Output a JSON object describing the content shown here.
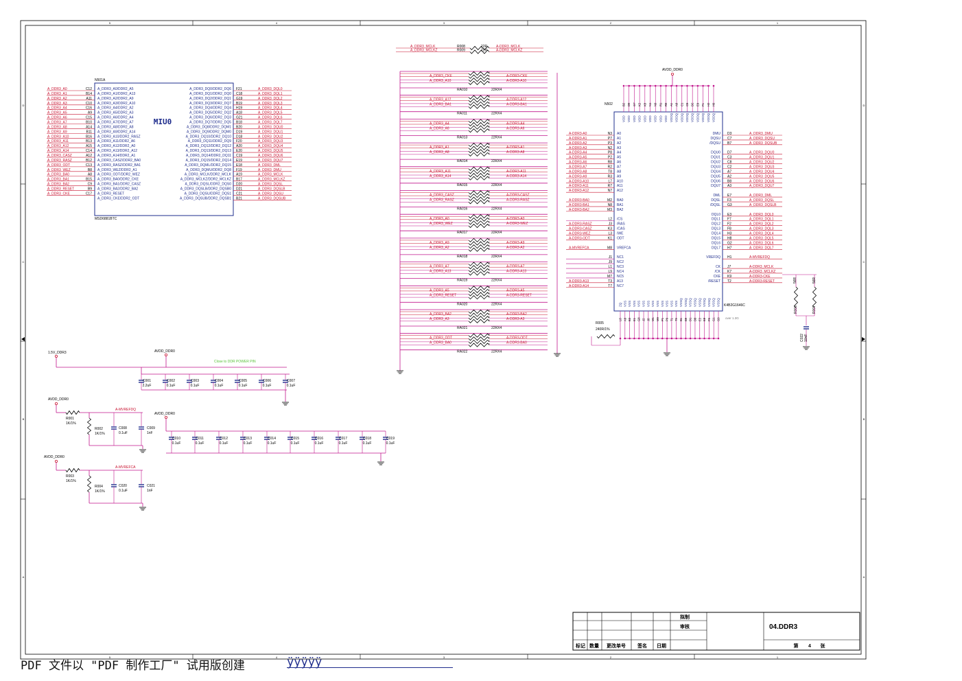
{
  "colors": {
    "net": "#c8102e",
    "pin": "#1e2c8c",
    "wire": "#c0158c",
    "frame": "#000000",
    "note": "#59c13a"
  },
  "border": {
    "cols": [
      "5",
      "4",
      "3",
      "2",
      "1"
    ],
    "rows": [
      "D",
      "C",
      "B",
      "A"
    ]
  },
  "u1": {
    "ref": "N501A",
    "part": "MSD6881BTC",
    "label": "MIU0",
    "left": [
      [
        "A_DDR3_A0",
        "C12",
        "A_DDR3_A0/DDR2_A5"
      ],
      [
        "A_DDR3_A1",
        "B14",
        "A_DDR3_A1/DDR2_A13"
      ],
      [
        "A_DDR3_A2",
        "A11",
        "A_DDR3_A2/DDR2_A9"
      ],
      [
        "A_DDR3_A3",
        "C10",
        "A_DDR3_A3/DDR2_A10"
      ],
      [
        "A_DDR3_A4",
        "C16",
        "A_DDR3_A4/DDR2_A2"
      ],
      [
        "A_DDR3_A5",
        "A9",
        "A_DDR3_A5/DDR2_A3"
      ],
      [
        "A_DDR3_A6",
        "C15",
        "A_DDR3_A6/DDR2_A4"
      ],
      [
        "A_DDR3_A7",
        "B10",
        "A_DDR3_A7/DDR2_A7"
      ],
      [
        "A_DDR3_A8",
        "A14",
        "A_DDR3_A8/DDR2_A8"
      ],
      [
        "A_DDR3_A9",
        "B11",
        "A_DDR3_A9/DDR2_A14"
      ],
      [
        "A_DDR3_A10",
        "B16",
        "A_DDR3_A10/DDR2_RASZ"
      ],
      [
        "A_DDR3_A11",
        "B13",
        "A_DDR3_A11/DDR2_A6"
      ],
      [
        "A_DDR3_A12",
        "A15",
        "A_DDR3_A12/DDR2_A0"
      ],
      [
        "A_DDR3_A14",
        "C14",
        "A_DDR3_A13/DDR2_A12"
      ],
      [
        "A_DDR3_CASZ",
        "A12",
        "A_DDR3_A14/DDR2_A1"
      ],
      [
        "A_DDR3_RASZ",
        "B12",
        "A_DDR3_CASZ/DDR2_BA0"
      ],
      [
        "A_DDR3_ODT",
        "C13",
        "A_DDR3_RASZ/DDR2_BA1"
      ],
      [
        "A_DDR3_WEZ",
        "B8",
        "A_DDR3_WEZ/DDR2_A1"
      ],
      [
        "A_DDR3_BA0",
        "A8",
        "A_DDR3_ODT/DDR2_WEZ"
      ],
      [
        "A_DDR3_BA1",
        "B15",
        "A_DDR3_BA0/DDR2_CKE"
      ],
      [
        "A_DDR3_BA2",
        "C9",
        "A_DDR3_BA1/DDR2_CASZ"
      ],
      [
        "A_DDR3_RESET",
        "B9",
        "A_DDR3_BA2/DDR2_BA2"
      ],
      [
        "A_DDR3_CKE",
        "C17",
        "A_DDR3_RESET"
      ],
      [
        "",
        "",
        "A_DDR3_CKE/DDR2_ODT"
      ]
    ],
    "right": [
      [
        "A_DDR3_DQ0/DDR2_DQ6",
        "F21",
        "A_DDR3_DQL0"
      ],
      [
        "A_DDR3_DQ1/DDR2_DQ0",
        "C18",
        "A_DDR3_DQL1"
      ],
      [
        "A_DDR3_DQ2/DDR2_DQ1",
        "G19",
        "A_DDR3_DQL2"
      ],
      [
        "A_DDR3_DQ3/DDR2_DQ7",
        "B19",
        "A_DDR3_DQL3"
      ],
      [
        "A_DDR3_DQ4/DDR2_DQ4",
        "H19",
        "A_DDR3_DQL4"
      ],
      [
        "A_DDR3_DQ5/DDR2_DQ2",
        "A18",
        "A_DDR3_DQL5"
      ],
      [
        "A_DDR3_DQ6/DDR2_DQ3",
        "G21",
        "A_DDR3_DQL6"
      ],
      [
        "A_DDR3_DQ7/DDR2_DQ5",
        "B18",
        "A_DDR3_DQL7"
      ],
      [
        "A_DDR3_DQ8/DDR2_DQM1",
        "B20",
        "A_DDR3_DQU0"
      ],
      [
        "A_DDR3_DQ9/DDR2_DQM0",
        "D19",
        "A_DDR3_DQU1"
      ],
      [
        "A_DDR3_DQ10/DDR2_DQ10",
        "D18",
        "A_DDR3_DQU2"
      ],
      [
        "A_DDR3_DQ11/DDR2_DQ9",
        "F20",
        "A_DDR3_DQU3"
      ],
      [
        "A_DDR3_DQ12/DDR2_DQ12",
        "A20",
        "A_DDR3_DQU4"
      ],
      [
        "A_DDR3_DQ13/DDR2_DQ13",
        "E20",
        "A_DDR3_DQU5"
      ],
      [
        "A_DDR3_DQ14/DDR2_DQ11",
        "C19",
        "A_DDR3_DQU6"
      ],
      [
        "A_DDR3_DQ15/DDR2_DQ14",
        "E19",
        "A_DDR3_DQU7"
      ],
      [
        "A_DDR3_DQML/DDR2_DQ15",
        "E18",
        "A_DDR3_DML"
      ],
      [
        "A_DDR3_DQMU/DDR2_DQ8",
        "F19",
        "A_DDR3_DMU"
      ],
      [
        "A_DDR3_MCLK/DDR2_MCLK",
        "A19",
        "A_DDR3_MCLK"
      ],
      [
        "A_DDR3_MCLKZ/DDR2_MCLKZ",
        "B17",
        "A_DDR3_MCLKZ"
      ],
      [
        "A_DDR3_DQSL/DDR2_DQS0",
        "D20",
        "A_DDR3_DQSL"
      ],
      [
        "A_DDR3_DQSLB/DDR2_DQSB0",
        "D21",
        "A_DDR3_DQSLB"
      ],
      [
        "A_DDR3_DQSU/DDR2_DQS1",
        "C21",
        "A_DDR3_DQSU"
      ],
      [
        "A_DDR3_DQSUB/DDR2_DQSB1",
        "B21",
        "A_DDR3_DQSUB"
      ]
    ]
  },
  "mclk": [
    {
      "ref": "R008",
      "val": "22R",
      "in": "A_DDR3_MCLK",
      "out": "A-DDR3_MCLK"
    },
    {
      "ref": "R009",
      "val": "22R",
      "in": "A_DDR3_MCLKZ",
      "out": "A-DDR3_MCLKZ"
    }
  ],
  "rpacks": [
    {
      "ref": "RA010",
      "val": "22RX4",
      "in": [
        "A_DDR3_CKE",
        "A_DDR3_A10"
      ],
      "out": [
        "A-DDR3-CKE",
        "A-DDR3-A10"
      ]
    },
    {
      "ref": "RA011",
      "val": "22RX4",
      "in": [
        "A_DDR3_A12",
        "A_DDR3_BA1"
      ],
      "out": [
        "A-DDR3-A12",
        "A-DDR3-BA1"
      ]
    },
    {
      "ref": "RA013",
      "val": "22RX4",
      "in": [
        "A_DDR3_A4",
        "A_DDR3_A6"
      ],
      "out": [
        "A-DDR3-A4",
        "A-DDR3-A6"
      ]
    },
    {
      "ref": "RA014",
      "val": "22RX4",
      "in": [
        "A_DDR3_A1",
        "A_DDR3_A8"
      ],
      "out": [
        "A-DDR3-A1",
        "A-DDR3-A8"
      ]
    },
    {
      "ref": "RA015",
      "val": "22RX4",
      "in": [
        "A_DDR3_A11",
        "A_DDR3_A14"
      ],
      "out": [
        "A-DDR3-A11",
        "A-DDR3-A14"
      ]
    },
    {
      "ref": "RA016",
      "val": "22RX4",
      "in": [
        "A_DDR3_CASZ",
        "A_DDR3_RASZ"
      ],
      "out": [
        "A-DDR3-CASZ",
        "A-DDR3-RASZ"
      ]
    },
    {
      "ref": "RA017",
      "val": "22RX4",
      "in": [
        "A_DDR3_A0",
        "A_DDR3_WEZ"
      ],
      "out": [
        "A-DDR3-A0",
        "A-DDR3-WEZ"
      ]
    },
    {
      "ref": "RA018",
      "val": "22RX4",
      "in": [
        "A_DDR3_A9",
        "A_DDR3_A2"
      ],
      "out": [
        "A-DDR3-A9",
        "A-DDR3-A2"
      ]
    },
    {
      "ref": "RA019",
      "val": "22RX4",
      "in": [
        "A_DDR3_A7",
        "A_DDR3_A13"
      ],
      "out": [
        "A-DDR3-A7",
        "A-DDR3-A13"
      ]
    },
    {
      "ref": "RA020",
      "val": "22RX4",
      "in": [
        "A_DDR3_A5",
        "A_DDR3_RESET"
      ],
      "out": [
        "A-DDR3-A5",
        "A-DDR3-RESET"
      ]
    },
    {
      "ref": "RA021",
      "val": "22RX4",
      "in": [
        "A_DDR3_BA2",
        "A_DDR3_A3"
      ],
      "out": [
        "A-DDR3-BA2",
        "A-DDR3-A3"
      ]
    },
    {
      "ref": "RA022",
      "val": "22RX4",
      "in": [
        "A_DDR3_ODT",
        "A_DDR3_BA0"
      ],
      "out": [
        "A-DDR3-ODT",
        "A-DDR3-BA0"
      ]
    }
  ],
  "u2": {
    "ref": "N502",
    "part": "K4B2G1646C",
    "pwr": "AVDD_DDR0",
    "note": "over 1.3G",
    "top_pins": [
      "B2",
      "D9",
      "G7",
      "K2",
      "K8",
      "N1",
      "N9",
      "R1",
      "R9",
      "A1",
      "A8",
      "C1",
      "C9",
      "D2",
      "E9",
      "F1",
      "H2",
      "H9"
    ],
    "top_names": [
      "VDD",
      "VDD",
      "VDD",
      "VDD",
      "VDD",
      "VDD",
      "VDD",
      "VDD",
      "VDD",
      "VDDQ",
      "VDDQ",
      "VDDQ",
      "VDDQ",
      "VDDQ",
      "VDDQ",
      "VDDQ",
      "VDDQ",
      "VDDQ"
    ],
    "bot_pins": [
      "L8",
      "A9",
      "B3",
      "E1",
      "G8",
      "J2",
      "J8",
      "M1",
      "M9",
      "P1",
      "P9",
      "T1",
      "T9",
      "B1",
      "B9",
      "D1",
      "D8",
      "E2",
      "E8",
      "F9",
      "G1",
      "G9"
    ],
    "bot_names": [
      "ZQ",
      "VSS",
      "VSS",
      "VSS",
      "VSS",
      "VSS",
      "VSS",
      "VSS",
      "VSS",
      "VSS",
      "VSS",
      "VSS",
      "VSS",
      "VSSQ",
      "VSSQ",
      "VSSQ",
      "VSSQ",
      "VSSQ",
      "VSSQ",
      "VSSQ",
      "VSSQ",
      "VSSQ"
    ],
    "left": [
      [
        "A-DDR3-A0",
        "N3",
        "A0"
      ],
      [
        "A-DDR3-A1",
        "P7",
        "A1"
      ],
      [
        "A-DDR3-A2",
        "P3",
        "A2"
      ],
      [
        "A-DDR3-A3",
        "N2",
        "A3"
      ],
      [
        "A-DDR3-A4",
        "P8",
        "A4"
      ],
      [
        "A-DDR3-A5",
        "P2",
        "A5"
      ],
      [
        "A-DDR3-A6",
        "R8",
        "A6"
      ],
      [
        "A-DDR3-A7",
        "R2",
        "A7"
      ],
      [
        "A-DDR3-A8",
        "T8",
        "A8"
      ],
      [
        "A-DDR3-A9",
        "R3",
        "A9"
      ],
      [
        "A-DDR3-A10",
        "L7",
        "A10"
      ],
      [
        "A-DDR3-A11",
        "R7",
        "A11"
      ],
      [
        "A-DDR3-A12",
        "N7",
        "A12"
      ],
      [
        "",
        "",
        ""
      ],
      [
        "A-DDR3-BA0",
        "M2",
        "BA0"
      ],
      [
        "A-DDR3-BA1",
        "N8",
        "BA1"
      ],
      [
        "A-DDR3-BA2",
        "M3",
        "BA2"
      ],
      [
        "",
        "",
        ""
      ],
      [
        "",
        "L2",
        "/CS"
      ],
      [
        "A-DDR3-RASZ",
        "J3",
        "/RAS"
      ],
      [
        "A-DDR3-CASZ",
        "K3",
        "/CAS"
      ],
      [
        "A-DDR3-WEZ",
        "L3",
        "/WE"
      ],
      [
        "A-DDR3-ODT",
        "K1",
        "ODT"
      ],
      [
        "",
        "",
        ""
      ],
      [
        "A-MVREFCA",
        "M8",
        "VREFCA"
      ],
      [
        "",
        "",
        ""
      ],
      [
        "",
        "J1",
        "NC1"
      ],
      [
        "",
        "J9",
        "NC2"
      ],
      [
        "",
        "L1",
        "NC3"
      ],
      [
        "",
        "L9",
        "NC4"
      ],
      [
        "",
        "M7",
        "NC5"
      ],
      [
        "A-DDR3-A13",
        "T3",
        "A13"
      ],
      [
        "A-DDR3-A14",
        "T7",
        "NC7"
      ]
    ],
    "right": [
      [
        "DMU",
        "D3",
        "A_DDR3_DMU"
      ],
      [
        "DQSU",
        "C7",
        "A_DDR3_DQSU"
      ],
      [
        "/DQSU",
        "B7",
        "A_DDR3_DQSUB"
      ],
      [
        "",
        "",
        ""
      ],
      [
        "DQU0",
        "D7",
        "A_DDR3_DQU0"
      ],
      [
        "DQU1",
        "C3",
        "A_DDR3_DQU1"
      ],
      [
        "DQU2",
        "C8",
        "A_DDR3_DQU2"
      ],
      [
        "DQU3",
        "C2",
        "A_DDR3_DQU3"
      ],
      [
        "DQU4",
        "A7",
        "A_DDR3_DQU4"
      ],
      [
        "DQU5",
        "A2",
        "A_DDR3_DQU5"
      ],
      [
        "DQU6",
        "B8",
        "A_DDR3_DQU6"
      ],
      [
        "DQU7",
        "A3",
        "A_DDR3_DQU7"
      ],
      [
        "",
        "",
        ""
      ],
      [
        "DML",
        "E7",
        "A_DDR3_DML"
      ],
      [
        "DQSL",
        "F3",
        "A_DDR3_DQSL"
      ],
      [
        "/DQSL",
        "G3",
        "A_DDR3_DQSLB"
      ],
      [
        "",
        "",
        ""
      ],
      [
        "DQL0",
        "E3",
        "A_DDR3_DQL0"
      ],
      [
        "DQL1",
        "F7",
        "A_DDR3_DQL1"
      ],
      [
        "DQL2",
        "F2",
        "A_DDR3_DQL2"
      ],
      [
        "DQL3",
        "F8",
        "A_DDR3_DQL3"
      ],
      [
        "DQL4",
        "H3",
        "A_DDR3_DQL4"
      ],
      [
        "DQL5",
        "H8",
        "A_DDR3_DQL5"
      ],
      [
        "DQL6",
        "G2",
        "A_DDR3_DQL6"
      ],
      [
        "DQL7",
        "H7",
        "A_DDR3_DQL7"
      ],
      [
        "",
        "",
        ""
      ],
      [
        "VREFDQ",
        "H1",
        "A-MVREFDQ"
      ],
      [
        "",
        "",
        ""
      ],
      [
        "CK",
        "J7",
        "A-DDR3_MCLK"
      ],
      [
        "/CK",
        "K7",
        "A-DDR3_MCLKZ"
      ],
      [
        "CKE",
        "K9",
        "A-DDR3-CKE"
      ],
      [
        "/RESET",
        "T2",
        "A-DDR3-RESET"
      ]
    ]
  },
  "zq": {
    "ref": "R005",
    "val": "240R/1%"
  },
  "term": {
    "r1": "R006",
    "r2": "R007",
    "rv": "56R",
    "cap": "C022",
    "cv": "10nF"
  },
  "pwr": {
    "v15": "1.5V_DDR3",
    "avdd": "AVDD_DDR0",
    "note": "Close to DDR POWER PIN",
    "caps1": [
      [
        "C001",
        "2.2uF"
      ],
      [
        "C002",
        "0.1uF"
      ],
      [
        "C003",
        "0.1uF"
      ],
      [
        "C004",
        "0.1uF"
      ],
      [
        "C005",
        "0.1uF"
      ],
      [
        "C006",
        "0.1uF"
      ],
      [
        "C007",
        "0.1uF"
      ]
    ],
    "caps2": [
      [
        "C010",
        "0.1uF"
      ],
      [
        "C011",
        "0.1uF"
      ],
      [
        "C012",
        "0.1uF"
      ],
      [
        "C013",
        "0.1uF"
      ],
      [
        "C014",
        "0.1uF"
      ],
      [
        "C015",
        "0.1uF"
      ],
      [
        "C016",
        "0.1uF"
      ],
      [
        "C017",
        "0.1uF"
      ],
      [
        "C018",
        "0.1uF"
      ],
      [
        "C019",
        "0.1uF"
      ]
    ],
    "avdd2": "AVDD_DDR0"
  },
  "vref": [
    {
      "pwr": "AVDD_DDR0",
      "net": "A-MVREFDQ",
      "r1": "R001",
      "r1v": "1K/1%",
      "r2": "R002",
      "r2v": "1K/1%",
      "c1": "C008",
      "c1v": "0.1uF",
      "c2": "C009",
      "c2v": "1nF"
    },
    {
      "pwr": "AVDD_DDR0",
      "net": "A-MVREFCA",
      "r1": "R003",
      "r1v": "1K/1%",
      "r2": "R004",
      "r2v": "1K/1%",
      "c1": "C020",
      "c1v": "0.1uF",
      "c2": "C021",
      "c2v": "1nF"
    }
  ],
  "title_block": {
    "drawn": "拟制",
    "check": "审核",
    "title": "04.DDR3",
    "h": [
      "标记",
      "数量",
      "更改单号",
      "签名",
      "日期"
    ],
    "sheet_prefix": "第",
    "sheet": "4",
    "sheet_suffix": "张"
  },
  "footer": {
    "text": "PDF 文件以 \"PDF 制作工厂\" 试用版创建 ",
    "link": "ÿÿÿÿÿ"
  }
}
